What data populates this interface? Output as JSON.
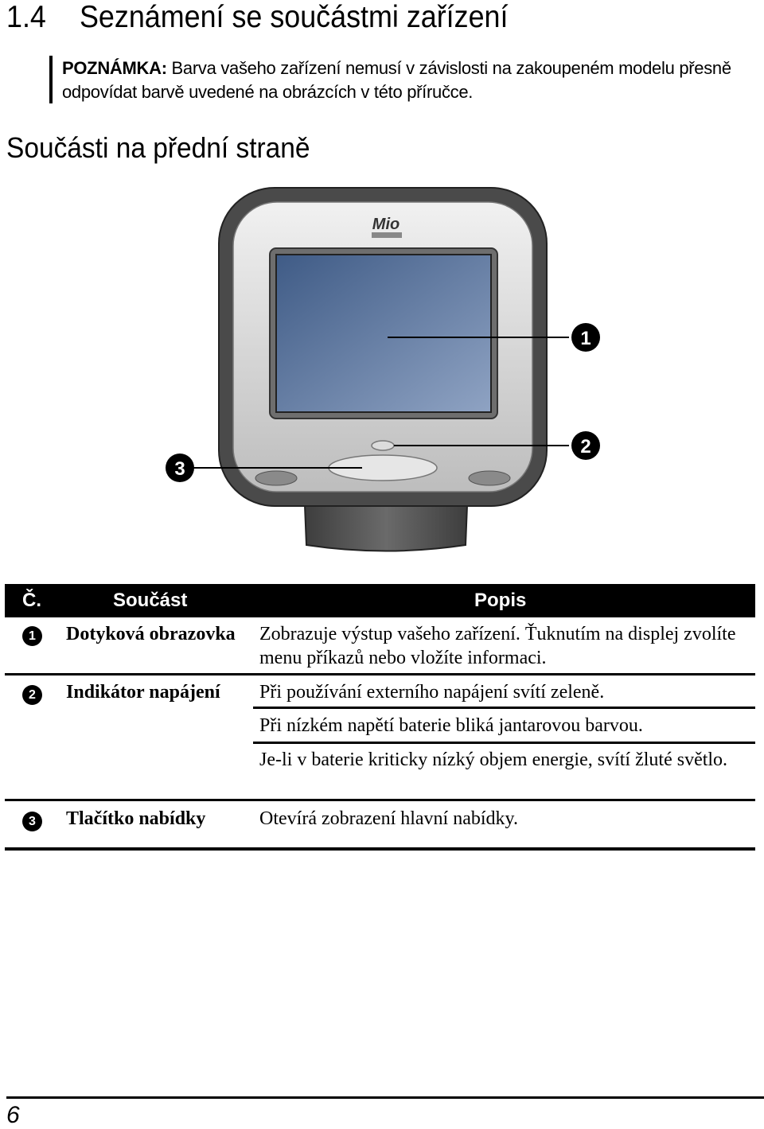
{
  "section": {
    "number": "1.4",
    "title": "Seznámení se součástmi zařízení"
  },
  "note": {
    "label": "POZNÁMKA:",
    "text": "Barva vašeho zařízení nemusí v závislosti na zakoupeném modelu přesně odpovídat barvě uvedené na obrázcích v této příručce."
  },
  "subsection": {
    "title": "Součásti na přední straně"
  },
  "figure": {
    "brand": "Mio",
    "callouts": [
      "1",
      "2",
      "3"
    ],
    "colors": {
      "bezel": "#4a4a4a",
      "screen_top": "#3f5b86",
      "screen_bottom": "#8fa3c3",
      "stand": "#5a5a5a"
    }
  },
  "table": {
    "headers": {
      "no": "Č.",
      "part": "Součást",
      "desc": "Popis"
    },
    "rows": [
      {
        "badge": "1",
        "part": "Dotyková obrazovka",
        "desc": [
          "Zobrazuje výstup vašeho zařízení. Ťuknutím na displej zvolíte menu příkazů nebo vložíte informaci."
        ]
      },
      {
        "badge": "2",
        "part": "Indikátor napájení",
        "desc": [
          "Při používání externího napájení svítí zeleně.",
          "Při nízkém napětí baterie bliká jantarovou barvou.",
          "Je-li v baterie kriticky nízký objem energie, svítí žluté světlo."
        ]
      },
      {
        "badge": "3",
        "part": "Tlačítko nabídky",
        "desc": [
          "Otevírá zobrazení hlavní nabídky."
        ]
      }
    ]
  },
  "page_number": "6"
}
